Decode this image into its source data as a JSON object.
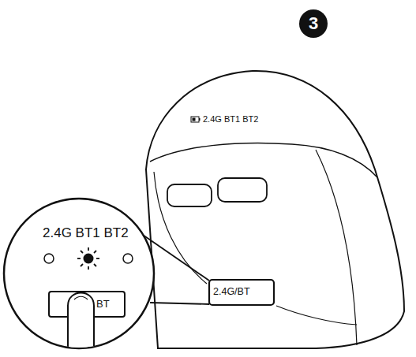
{
  "diagram": {
    "labels": [
      "3",
      "2.4G BT1 BT2",
      "2.4G BT1 BT2",
      "2.4G/BT",
      "BT"
    ]
  }
}
